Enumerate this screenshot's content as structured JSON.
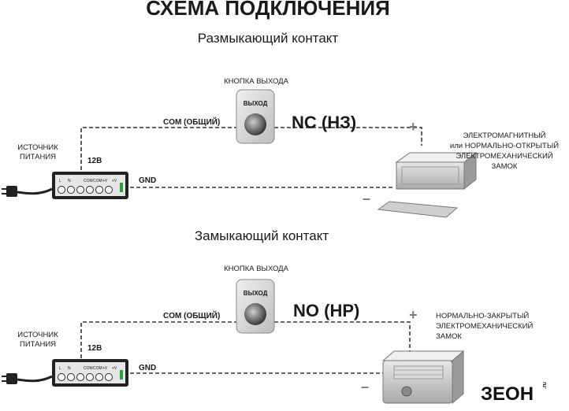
{
  "title": "СХЕМА ПОДКЛЮЧЕНИЯ",
  "sections": [
    {
      "heading": "Размыкающий контакт",
      "button_label": "КНОПКА ВЫХОДА",
      "button_face": "ВЫХОД",
      "mode": "NC (НЗ)",
      "com_label": "COM (ОБЩИЙ)",
      "supply_label": [
        "ИСТОЧНИК",
        "ПИТАНИЯ"
      ],
      "voltage": "12В",
      "gnd": "GND",
      "plus": "+",
      "minus": "–",
      "lock_label": [
        "ЭЛЕКТРОМАГНИТНЫЙ",
        "или НОРМАЛЬНО-ОТКРЫТЫЙ",
        "ЭЛЕКТРОМЕХАНИЧЕСКИЙ",
        "ЗАМОК"
      ],
      "psu_terminals": [
        "L",
        "N",
        "COM",
        "COM",
        "+V",
        "+V"
      ]
    },
    {
      "heading": "Замыкающий контакт",
      "button_label": "КНОПКА ВЫХОДА",
      "button_face": "ВЫХОД",
      "mode": "NO (НР)",
      "com_label": "COM (ОБЩИЙ)",
      "supply_label": [
        "ИСТОЧНИК",
        "ПИТАНИЯ"
      ],
      "voltage": "12В",
      "gnd": "GND",
      "plus": "+",
      "minus": "–",
      "lock_label": [
        "НОРМАЛЬНО-ЗАКРЫТЫЙ",
        "ЭЛЕКТРОМЕХАНИЧЕСКИЙ",
        "ЗАМОК"
      ],
      "psu_terminals": [
        "L",
        "N",
        "COM",
        "COM",
        "+V",
        "+V"
      ]
    }
  ],
  "logo": "ЗЕОН",
  "logo_suffix": ".ru",
  "colors": {
    "line": "#333333",
    "plus_minus": "#7a7a7a",
    "device": "#d9d9d9"
  }
}
